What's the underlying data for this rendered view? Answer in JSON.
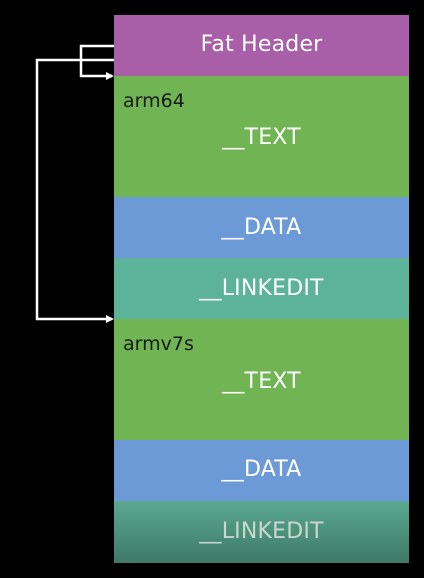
{
  "diagram": {
    "fat_header": "Fat Header",
    "slices": [
      {
        "arch": "arm64",
        "text": "__TEXT",
        "data": "__DATA",
        "linkedit": "__LINKEDIT"
      },
      {
        "arch": "armv7s",
        "text": "__TEXT",
        "data": "__DATA",
        "linkedit": "__LINKEDIT"
      }
    ],
    "colors": {
      "background": "#000000",
      "fat_header": "#a95ea8",
      "text_segment": "#71b454",
      "data_segment": "#6c9ad6",
      "linkedit_segment": "#5cb39a",
      "arrow": "#ffffff"
    }
  }
}
